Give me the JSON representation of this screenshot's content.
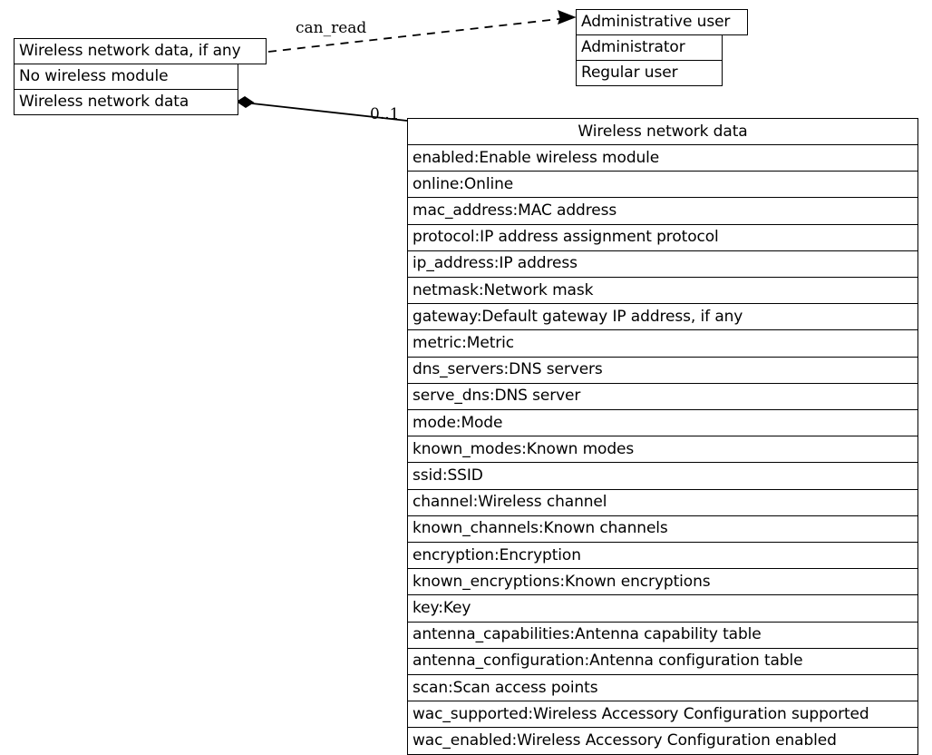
{
  "diagram": {
    "type": "uml-class-diagram",
    "title": "Wireless network data",
    "background_color": "#ffffff",
    "line_color": "#000000"
  },
  "nodes": {
    "wireless_enum": {
      "name": "wireless-network-data-if-any",
      "rows": [
        "Wireless network data, if any",
        "No wireless module",
        "Wireless network data"
      ]
    },
    "admin_user": {
      "name": "administrative-user",
      "rows": [
        "Administrative user",
        "Administrator",
        "Regular user"
      ]
    },
    "wireless_data": {
      "name": "wireless-network-data",
      "title": "Wireless network data",
      "attributes": [
        "enabled:Enable wireless module",
        "online:Online",
        "mac_address:MAC address",
        "protocol:IP address assignment protocol",
        "ip_address:IP address",
        "netmask:Network mask",
        "gateway:Default gateway IP address, if any",
        "metric:Metric",
        "dns_servers:DNS servers",
        "serve_dns:DNS server",
        "mode:Mode",
        "known_modes:Known modes",
        "ssid:SSID",
        "channel:Wireless channel",
        "known_channels:Known channels",
        "encryption:Encryption",
        "known_encryptions:Known encryptions",
        "key:Key",
        "antenna_capabilities:Antenna capability table",
        "antenna_configuration:Antenna configuration table",
        "scan:Scan access points",
        "wac_supported:Wireless Accessory Configuration supported",
        "wac_enabled:Wireless Accessory Configuration enabled"
      ]
    }
  },
  "edges": {
    "can_read": {
      "label": "can_read",
      "style": "dashed",
      "arrowhead": "open-arrow",
      "from": "wireless-network-data-if-any",
      "to": "administrative-user"
    },
    "composition": {
      "label": "0..1",
      "style": "solid",
      "arrowhead": "filled-diamond",
      "from": "wireless-network-data-if-any",
      "to": "wireless-network-data"
    }
  }
}
